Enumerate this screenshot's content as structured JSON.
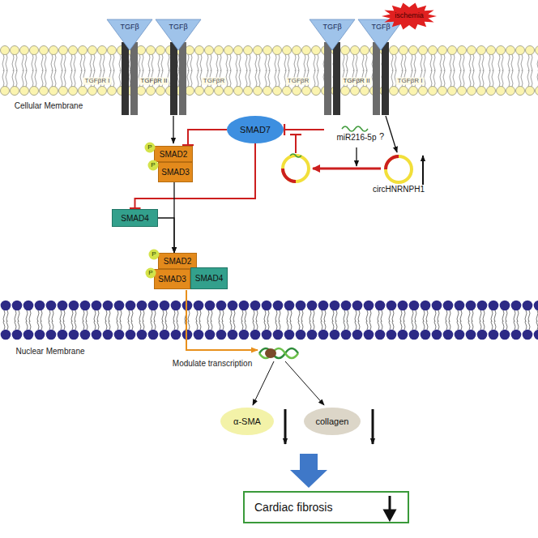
{
  "diagram": {
    "nodes": [
      {
        "text": [
          "SMAD7"
        ]
      },
      {
        "text": [
          "miR216-5p"
        ]
      },
      {
        "text": [
          "circHNRNPH1"
        ]
      },
      {
        "text": [
          "SMAD2"
        ]
      },
      {
        "text": [
          "SMAD3"
        ]
      },
      {
        "text": [
          "SMAD4"
        ]
      },
      {
        "text": [
          "SMAD2"
        ]
      },
      {
        "text": [
          "SMAD3"
        ]
      },
      {
        "text": [
          "SMAD4"
        ]
      },
      {
        "text": [
          "α-SMA"
        ]
      },
      {
        "text": [
          "collagen"
        ]
      },
      {
        "text": [
          "Cardiac fibrosis"
        ]
      }
    ],
    "edges": [
      {
        "from": 0,
        "to": 3,
        "arrow": "to"
      },
      {
        "from": 1,
        "to": 0,
        "arrow": "to"
      },
      {
        "from": 0,
        "to": 5,
        "arrow": "to"
      },
      {
        "from": 4,
        "to": 6,
        "arrow": "to"
      },
      {
        "from": 5,
        "to": 6,
        "arrow": "to"
      }
    ],
    "labels": [
      "ischemia",
      "TGFβ",
      "TGFβ",
      "TGFβ",
      "TGFβ",
      "TGFβR I",
      "TGFβR II",
      "TGFβR",
      "TGFβR",
      "TGFβR II",
      "TGFβR I",
      "Cellular Membrane",
      "?",
      "P",
      "P",
      "P",
      "P",
      "Nuclear Membrane",
      "Modulate transcription"
    ]
  }
}
